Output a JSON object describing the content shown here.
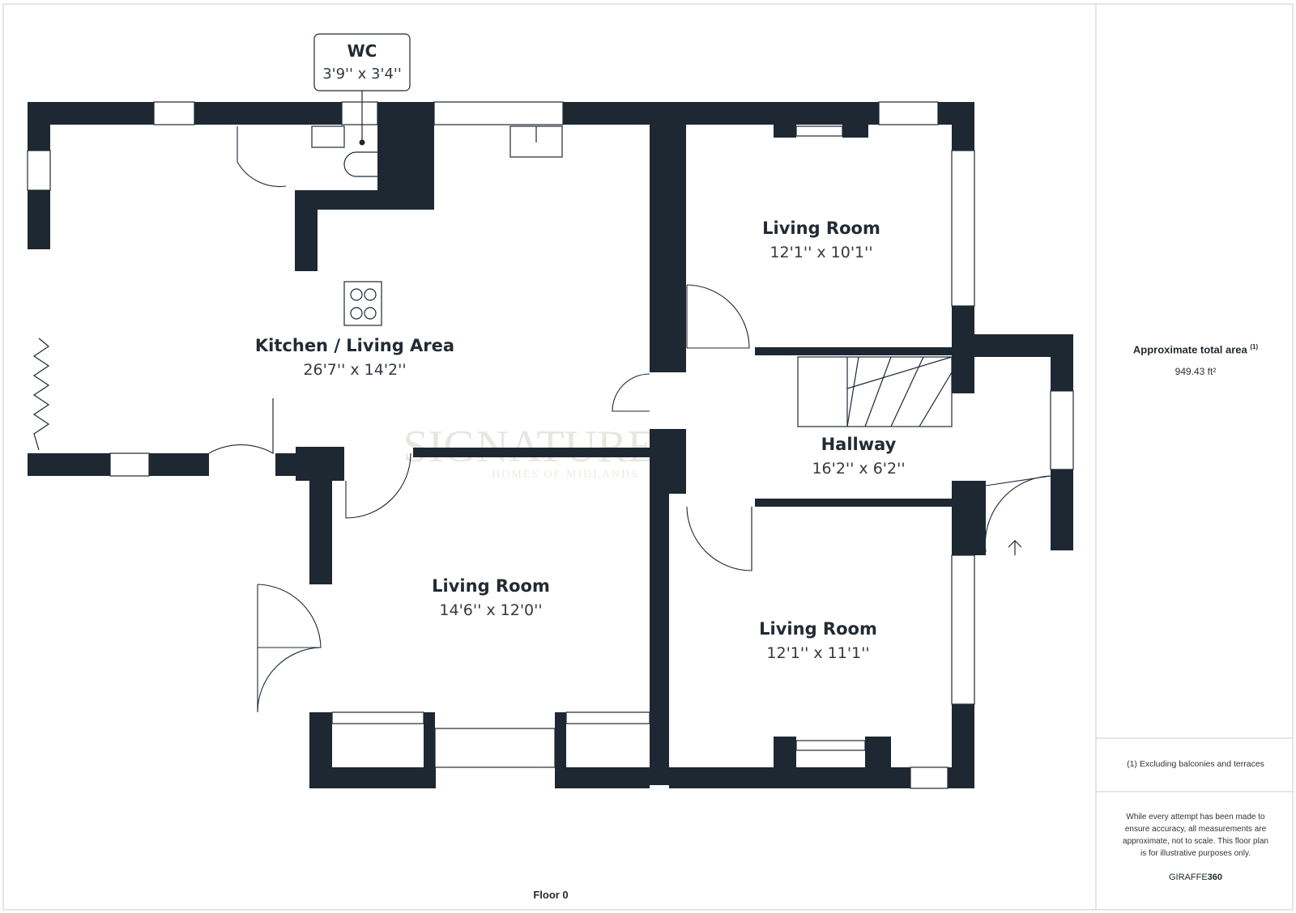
{
  "rooms": {
    "wc": {
      "name": "WC",
      "dims": "3'9'' x 3'4''"
    },
    "kitchen": {
      "name": "Kitchen / Living Area",
      "dims": "26'7'' x 14'2''"
    },
    "living_top_right": {
      "name": "Living Room",
      "dims": "12'1'' x 10'1''"
    },
    "hallway": {
      "name": "Hallway",
      "dims": "16'2'' x 6'2''"
    },
    "living_bottom_left": {
      "name": "Living Room",
      "dims": "14'6'' x 12'0''"
    },
    "living_bottom_right": {
      "name": "Living Room",
      "dims": "12'1'' x 11'1''"
    }
  },
  "floor_label": "Floor 0",
  "watermark": {
    "main": "SIGNATURE.",
    "sub": "HOMES OF MIDLANDS"
  },
  "panel": {
    "area_title": "Approximate total area",
    "area_note_marker": "(1)",
    "area_value": "949.43 ft²",
    "footnote": "(1) Excluding balconies and terraces",
    "disclaimer": "While every attempt has been made to ensure accuracy, all measurements are approximate, not to scale. This floor plan is for illustrative purposes only.",
    "brand_prefix": "GIRAFFE",
    "brand_suffix": "360"
  },
  "colors": {
    "wall": "#1e2833",
    "text": "#222b33",
    "border": "#cccccc"
  }
}
